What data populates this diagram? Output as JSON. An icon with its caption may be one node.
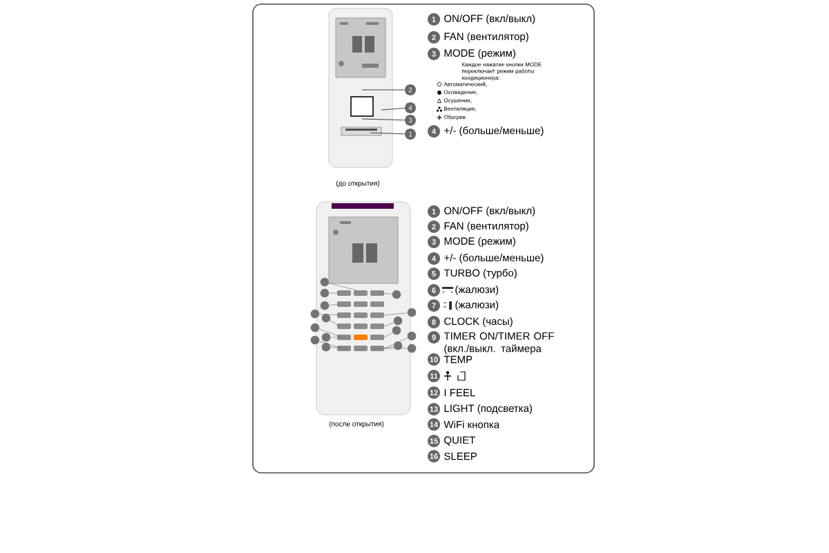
{
  "diagram": {
    "nodes": [
      {
        "text": [
          "2"
        ]
      },
      {
        "text": [
          "4"
        ]
      },
      {
        "text": [
          "3"
        ]
      },
      {
        "text": [
          "1"
        ]
      },
      {
        "text": [
          "1"
        ],
        "beside": [
          "ON/OFF (вкл/выкл)"
        ]
      },
      {
        "text": [
          "2"
        ],
        "beside": [
          "FAN (вентилятор)"
        ]
      },
      {
        "text": [
          "3"
        ],
        "beside": [
          "MODE (режим)",
          "Каждое нажатие кнопки MODE переключает режим работы кондиционера:",
          "Автоматический,",
          "Охлаждение,",
          "Осушение,",
          "Вентиляция,",
          "Обогрев."
        ]
      },
      {
        "text": [
          "4"
        ],
        "beside": [
          "+/- (больше/меньше)"
        ]
      },
      {
        "text": [
          "1"
        ],
        "beside": [
          "ON/OFF (вкл/выкл)"
        ]
      },
      {
        "text": [
          "2"
        ],
        "beside": [
          "FAN (вентилятор)"
        ]
      },
      {
        "text": [
          "3"
        ],
        "beside": [
          "MODE (режим)"
        ]
      },
      {
        "text": [
          "4"
        ],
        "beside": [
          "+/- (больше/меньше)"
        ]
      },
      {
        "text": [
          "5"
        ],
        "beside": [
          "TURBO (турбо)"
        ]
      },
      {
        "text": [
          "6"
        ],
        "beside": [
          "(жалюзи)"
        ]
      },
      {
        "text": [
          "7"
        ],
        "beside": [
          "(жалюзи)"
        ]
      },
      {
        "text": [
          "8"
        ],
        "beside": [
          "CLOCK (часы)"
        ]
      },
      {
        "text": [
          "9"
        ],
        "beside": [
          "TIMER ON/TIMER OFF (вкл./выкл. таймера"
        ]
      },
      {
        "text": [
          "10"
        ],
        "beside": [
          "TEMP"
        ]
      },
      {
        "text": [
          "11"
        ]
      },
      {
        "text": [
          "12"
        ],
        "beside": [
          "I FEEL"
        ]
      },
      {
        "text": [
          "13"
        ],
        "beside": [
          "LIGHT (подсветка)"
        ]
      },
      {
        "text": [
          "14"
        ],
        "beside": [
          "WiFi кнопка"
        ]
      },
      {
        "text": [
          "15"
        ],
        "beside": [
          "QUIET"
        ]
      },
      {
        "text": [
          "16"
        ],
        "beside": [
          "SLEEP"
        ]
      }
    ],
    "edges": [
      {
        "from": 0,
        "to": null,
        "arrow": "none"
      },
      {
        "from": 1,
        "to": null,
        "arrow": "none"
      },
      {
        "from": 2,
        "to": null,
        "arrow": "none"
      },
      {
        "from": 3,
        "to": null,
        "arrow": "none"
      }
    ],
    "labels": [
      "(до открытия)",
      "(после открытия)"
    ]
  }
}
